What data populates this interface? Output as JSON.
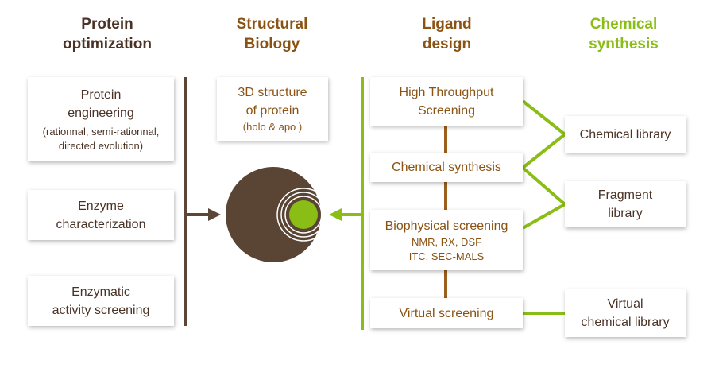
{
  "columns": {
    "protein_optimization": {
      "title_line1": "Protein",
      "title_line2": "optimization"
    },
    "structural_biology": {
      "title_line1": "Structural",
      "title_line2": "Biology"
    },
    "ligand_design": {
      "title_line1": "Ligand",
      "title_line2": "design"
    },
    "chemical_synthesis": {
      "title_line1": "Chemical",
      "title_line2": "synthesis"
    }
  },
  "protein_boxes": [
    {
      "line1": "Protein",
      "line2": "engineering",
      "sub1": "(rationnal, semi-rationnal,",
      "sub2": "directed evolution)"
    },
    {
      "line1": "Enzyme",
      "line2": "characterization"
    },
    {
      "line1": "Enzymatic",
      "line2": "activity screening"
    }
  ],
  "structure_box": {
    "line1": "3D structure",
    "line2": "of protein",
    "sub": "(holo & apo )"
  },
  "ligand_boxes": [
    {
      "line1": "High Throughput",
      "line2": "Screening"
    },
    {
      "line1": "Chemical synthesis"
    },
    {
      "line1": "Biophysical screening",
      "sub1": "NMR, RX, DSF",
      "sub2": "ITC, SEC-MALS"
    },
    {
      "line1": "Virtual screening"
    }
  ],
  "library_boxes": [
    {
      "line1": "Chemical library"
    },
    {
      "line1": "Fragment",
      "line2": "library"
    },
    {
      "line1": "Virtual",
      "line2": "chemical library"
    }
  ],
  "colors": {
    "dark_brown": "#4a3326",
    "brown": "#8b5313",
    "green": "#8bbd17",
    "circle": "#5a4535"
  }
}
